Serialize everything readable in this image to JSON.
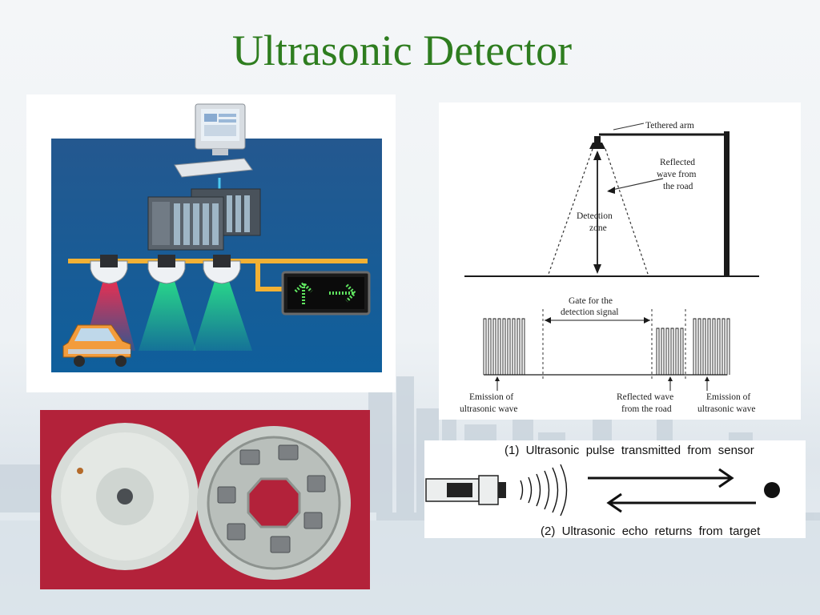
{
  "slide": {
    "title": "Ultrasonic Detector",
    "colors": {
      "title": "#2e7d1f",
      "system_bg": "#1c4f8c",
      "photo_bg": "#b3223a"
    }
  },
  "system_illustration": {
    "icons": [
      "computer-monitor-icon",
      "keyboard-icon",
      "plc-controller-icon",
      "ultrasonic-sensor-icon",
      "car-icon",
      "led-sign-icon",
      "arrow-up-icon",
      "arrow-right-icon"
    ]
  },
  "diagram": {
    "labels": {
      "tethered_arm": "Tethered arm",
      "reflected_line1": "Reflected",
      "reflected_line2": "wave from",
      "reflected_line3": "the road",
      "detection_line1": "Detection",
      "detection_line2": "zone",
      "gate_line1": "Gate for the",
      "gate_line2": "detection signal",
      "emission_left_line1": "Emission of",
      "emission_left_line2": "ultrasonic wave",
      "reflected_road_line1": "Reflected wave",
      "reflected_road_line2": "from the road",
      "emission_right_line1": "Emission of",
      "emission_right_line2": "ultrasonic wave"
    }
  },
  "pulse_echo": {
    "transmitted": "(1)  Ultrasonic  pulse  transmitted  from  sensor",
    "returns": "(2)  Ultrasonic  echo  returns  from  target"
  }
}
